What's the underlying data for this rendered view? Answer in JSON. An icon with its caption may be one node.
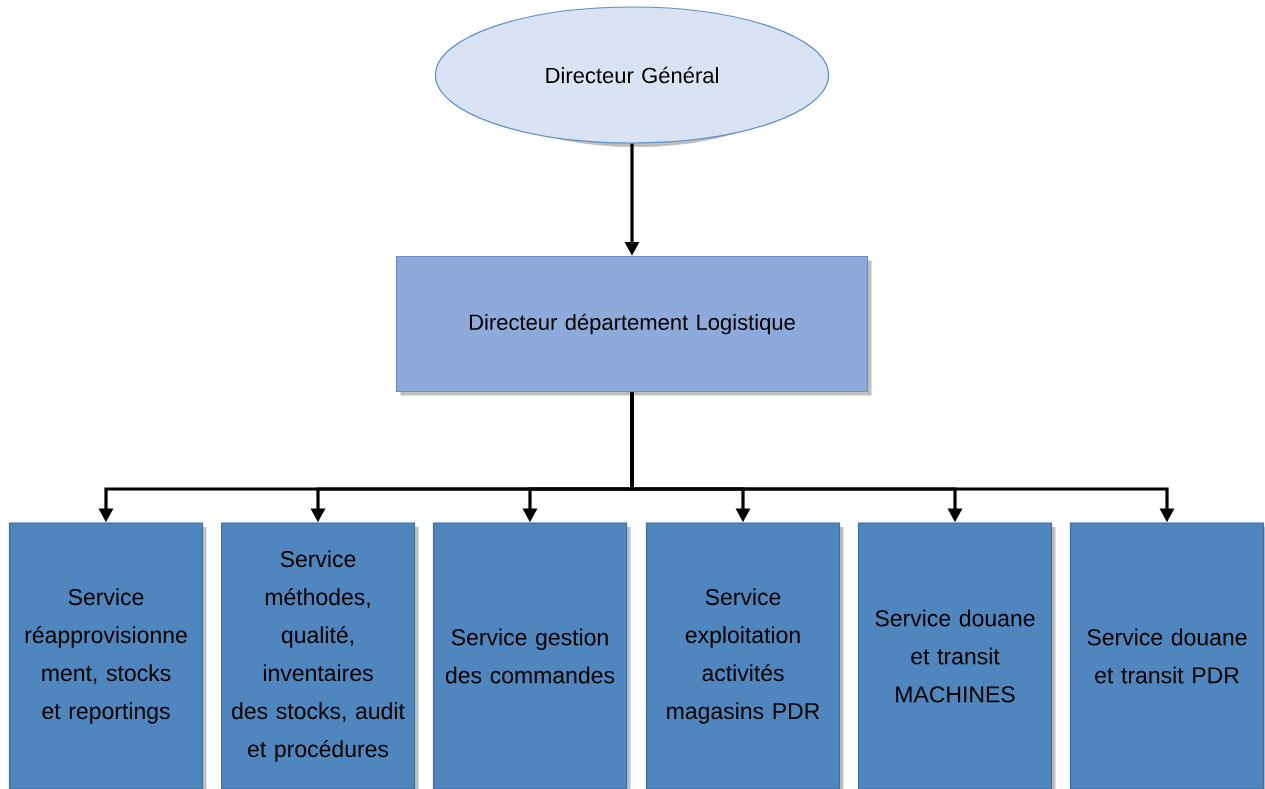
{
  "diagram": {
    "nodes": [
      {
        "text": [
          "Directeur Général"
        ]
      },
      {
        "text": [
          "Directeur département Logistique"
        ]
      },
      {
        "text": [
          "Service réapprovisionne ment, stocks et reportings"
        ]
      },
      {
        "text": [
          "Service méthodes, qualité, inventaires des stocks, audit et procédures"
        ]
      },
      {
        "text": [
          "Service gestion des commandes"
        ]
      },
      {
        "text": [
          "Service exploitation activités magasins PDR"
        ]
      },
      {
        "text": [
          "Service douane et transit MACHINES"
        ]
      },
      {
        "text": [
          "Service douane et transit PDR"
        ]
      }
    ],
    "edges": [
      {
        "from": 0,
        "to": 1,
        "arrow": "to"
      },
      {
        "from": 1,
        "to": 2,
        "arrow": "to"
      },
      {
        "from": 1,
        "to": 3,
        "arrow": "to"
      },
      {
        "from": 1,
        "to": 4,
        "arrow": "to"
      },
      {
        "from": 1,
        "to": 5,
        "arrow": "to"
      },
      {
        "from": 1,
        "to": 6,
        "arrow": "to"
      },
      {
        "from": 1,
        "to": 7,
        "arrow": "to"
      }
    ]
  }
}
